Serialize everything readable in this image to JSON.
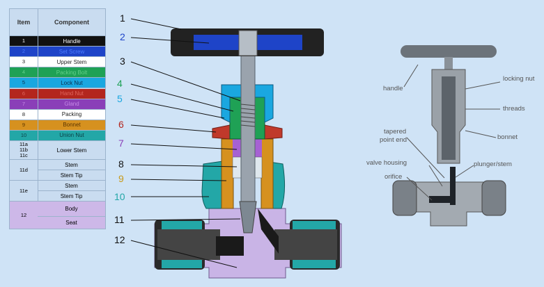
{
  "legend": {
    "header": {
      "item": "Item",
      "component": "Component"
    },
    "rows": [
      {
        "item": "1",
        "component": "Handle",
        "bg": "#111111",
        "fg": "#ffffff"
      },
      {
        "item": "2",
        "component": "Set Screw",
        "bg": "#1e44c8",
        "fg": "#4d7dff"
      },
      {
        "item": "3",
        "component": "Upper Stem",
        "bg": "#ffffff",
        "fg": "#222222"
      },
      {
        "item": "4",
        "component": "Packing Bolt",
        "bg": "#1fa155",
        "fg": "#63d08a"
      },
      {
        "item": "5",
        "component": "Lock Nut",
        "bg": "#1aa7e0",
        "fg": "#0a2f50"
      },
      {
        "item": "6",
        "component": "Hand Nut",
        "bg": "#b3261e",
        "fg": "#e0665e"
      },
      {
        "item": "7",
        "component": "Gland",
        "bg": "#8a3fb8",
        "fg": "#c68ae6"
      },
      {
        "item": "8",
        "component": "Packing",
        "bg": "#ffffff",
        "fg": "#222222"
      },
      {
        "item": "9",
        "component": "Bonnet",
        "bg": "#d6911f",
        "fg": "#5a3400"
      },
      {
        "item": "10",
        "component": "Union Nut",
        "bg": "#23a7a7",
        "fg": "#0b3f44"
      }
    ],
    "group1": {
      "items": [
        "11a",
        "11b",
        "11c"
      ],
      "component": "Lower Stem"
    },
    "group2": {
      "item": "11d",
      "subs": [
        "Stem",
        "Stem Tip"
      ]
    },
    "group3": {
      "item": "11e",
      "subs": [
        "Stem",
        "Stem Tip"
      ]
    },
    "group4": {
      "item": "12",
      "subs": [
        "Body",
        "Seat"
      ]
    }
  },
  "callouts": [
    {
      "num": "1",
      "color": "#111111"
    },
    {
      "num": "2",
      "color": "#1e44c8"
    },
    {
      "num": "3",
      "color": "#111111"
    },
    {
      "num": "4",
      "color": "#1fa155"
    },
    {
      "num": "5",
      "color": "#1aa7e0"
    },
    {
      "num": "6",
      "color": "#b3261e"
    },
    {
      "num": "7",
      "color": "#8a3fb8"
    },
    {
      "num": "8",
      "color": "#111111"
    },
    {
      "num": "9",
      "color": "#c89a1a"
    },
    {
      "num": "10",
      "color": "#23a7a7"
    },
    {
      "num": "11",
      "color": "#111111"
    },
    {
      "num": "12",
      "color": "#111111"
    }
  ],
  "photo_labels": {
    "handle": "handle",
    "locking_nut": "locking nut",
    "threads": "threads",
    "bonnet": "bonnet",
    "tapered_point_end": [
      "tapered",
      "point end"
    ],
    "valve_housing": "valve housing",
    "plunger_stem": "plunger/stem",
    "orifice": "orifice"
  }
}
